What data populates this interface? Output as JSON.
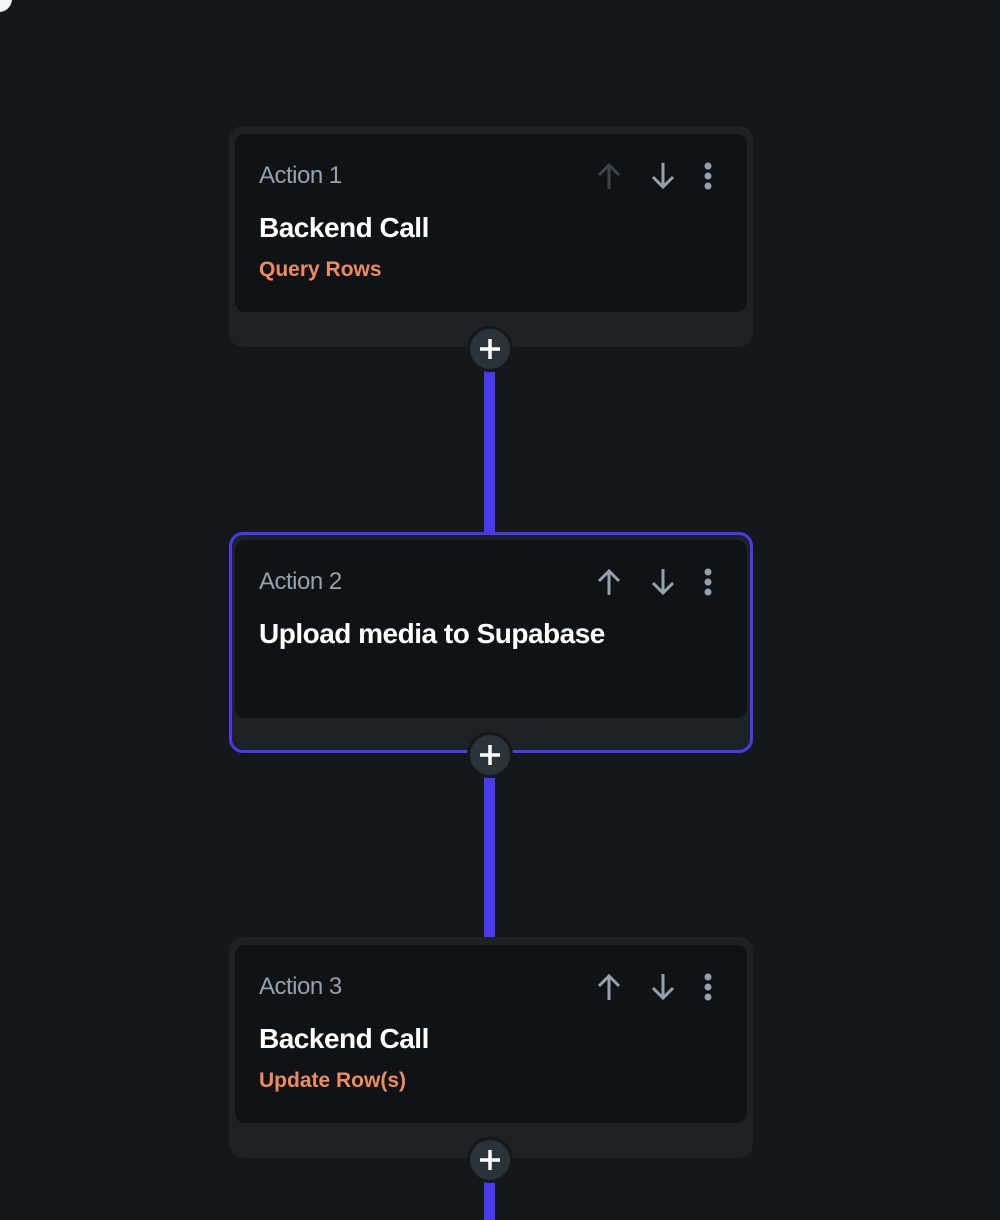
{
  "colors": {
    "accent": "#4b39ef",
    "subtitle": "#ee8b60",
    "background": "#14181b"
  },
  "actions": [
    {
      "label": "Action 1",
      "title": "Backend Call",
      "subtitle": "Query Rows",
      "selected": false,
      "move_up_enabled": false
    },
    {
      "label": "Action 2",
      "title": "Upload media to Supabase",
      "subtitle": "",
      "selected": true,
      "move_up_enabled": true
    },
    {
      "label": "Action 3",
      "title": "Backend Call",
      "subtitle": "Update Row(s)",
      "selected": false,
      "move_up_enabled": true
    }
  ],
  "icons": {
    "up": "arrow-up-icon",
    "down": "arrow-down-icon",
    "more": "more-vertical-icon",
    "add": "plus-icon"
  }
}
